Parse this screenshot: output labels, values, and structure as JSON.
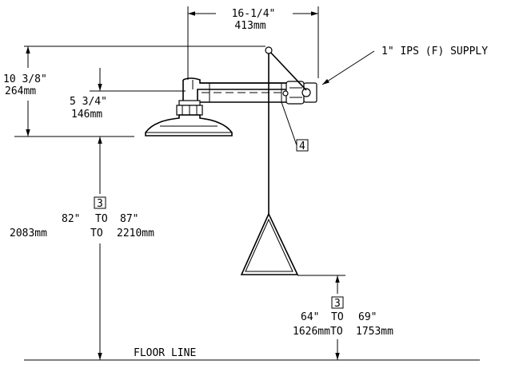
{
  "dimensions": {
    "arm_width_imperial": "16-1/4\"",
    "arm_width_metric": "413mm",
    "supply_label": "1\" IPS (F) SUPPLY",
    "top_height_imperial": "10 3/8\"",
    "top_height_metric": "264mm",
    "head_height_imperial": "5 3/4\"",
    "head_height_metric": "146mm",
    "callout_pipe": "4",
    "callout_head": "3",
    "head_range_imperial": [
      "82\"",
      "TO",
      "87\""
    ],
    "head_range_metric": [
      "2083mm",
      "TO",
      "2210mm"
    ],
    "callout_handle": "3",
    "handle_range_imperial": [
      "64\"",
      "TO",
      "69\""
    ],
    "handle_range_metric": [
      "1626mm",
      "TO",
      "1753mm"
    ],
    "floor_label": "FLOOR LINE"
  }
}
